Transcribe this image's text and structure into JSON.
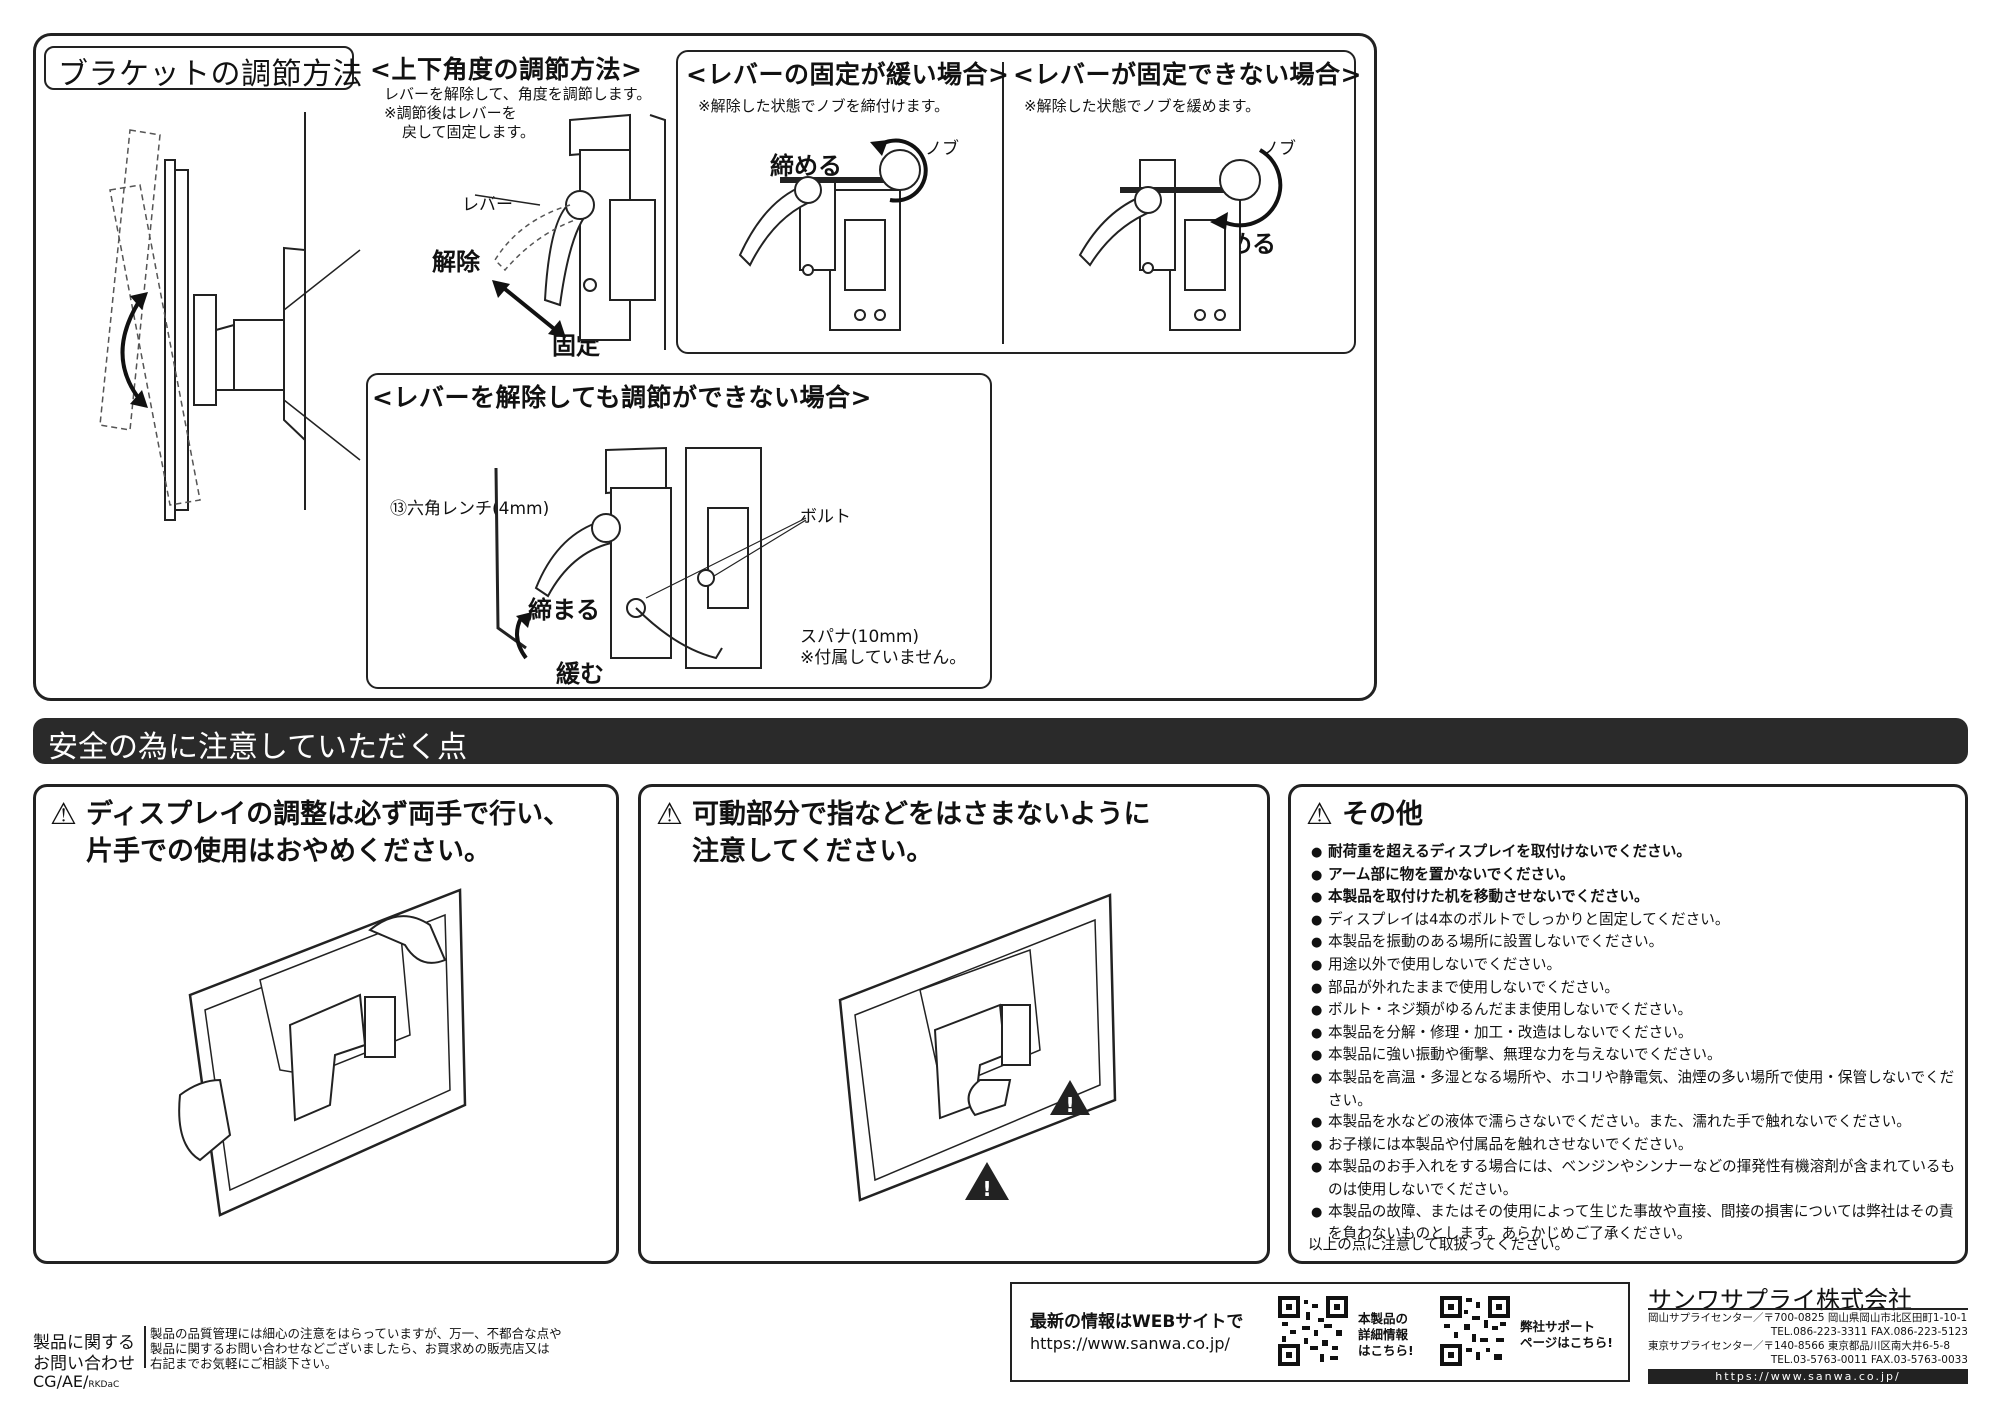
{
  "bracket": {
    "title": "ブラケットの調節方法",
    "tilt": {
      "heading": "<上下角度の調節方法>",
      "desc1": "レバーを解除して、角度を調節します。",
      "desc2": "※調節後はレバーを",
      "desc3": "戻して固定します。",
      "lever": "レバー",
      "release": "解除",
      "fix": "固定"
    },
    "loose": {
      "heading": "<レバーの固定が緩い場合>",
      "note": "※解除した状態でノブを締付けます。",
      "tighten": "締める",
      "knob": "ノブ"
    },
    "cannot_fix": {
      "heading": "<レバーが固定できない場合>",
      "note": "※解除した状態でノブを緩めます。",
      "loosen": "緩める",
      "knob": "ノブ"
    },
    "cannot_adjust": {
      "heading": "<レバーを解除しても調節ができない場合>",
      "wrench": "⑬六角レンチ(4mm)",
      "bolt": "ボルト",
      "tightens": "締まる",
      "loosens": "緩む",
      "spanner": "スパナ(10mm)",
      "not_included": "※付属していません。"
    }
  },
  "safety": {
    "banner": "安全の為に注意していただく点",
    "box1": {
      "line1": "ディスプレイの調整は必ず両手で行い、",
      "line2": "片手での使用はおやめください。"
    },
    "box2": {
      "line1": "可動部分で指などをはさまないように",
      "line2": "注意してください。"
    },
    "box3": {
      "title": "その他",
      "items": [
        {
          "text": "耐荷重を超えるディスプレイを取付けないでください。",
          "bold": true
        },
        {
          "text": "アーム部に物を置かないでください。",
          "bold": true
        },
        {
          "text": "本製品を取付けた机を移動させないでください。",
          "bold": true
        },
        {
          "text": "ディスプレイは4本のボルトでしっかりと固定してください。",
          "bold": false
        },
        {
          "text": "本製品を振動のある場所に設置しないでください。",
          "bold": false
        },
        {
          "text": "用途以外で使用しないでください。",
          "bold": false
        },
        {
          "text": "部品が外れたままで使用しないでください。",
          "bold": false
        },
        {
          "text": "ボルト・ネジ類がゆるんだまま使用しないでください。",
          "bold": false
        },
        {
          "text": "本製品を分解・修理・加工・改造はしないでください。",
          "bold": false
        },
        {
          "text": "本製品に強い振動や衝撃、無理な力を与えないでください。",
          "bold": false
        },
        {
          "text": "本製品を高温・多湿となる場所や、ホコリや静電気、油煙の多い場所で使用・保管しないでください。",
          "bold": false
        },
        {
          "text": "本製品を水などの液体で濡らさないでください。また、濡れた手で触れないでください。",
          "bold": false
        },
        {
          "text": "お子様には本製品や付属品を触れさせないでください。",
          "bold": false
        },
        {
          "text": "本製品のお手入れをする場合には、ベンジンやシンナーなどの揮発性有機溶剤が含まれているものは使用しないでください。",
          "bold": false
        },
        {
          "text": "本製品の故障、またはその使用によって生じた事故や直接、間接の損害については弊社はその責を負わないものとします。あらかじめご了承ください。",
          "bold": false
        }
      ],
      "closing": "以上の点に注意して取扱ってください。"
    }
  },
  "footer": {
    "inquiry1": "製品に関する",
    "inquiry2": "お問い合わせ",
    "notice1": "製品の品質管理には細心の注意をはらっていますが、万一、不都合な点や",
    "notice2": "製品に関するお問い合わせなどございましたら、お買求めの販売店又は",
    "notice3": "右記までお気軽にご相談下さい。",
    "code": "CG/AE/",
    "code_small": "RKDaC",
    "web_line1": "最新の情報はWEBサイトで",
    "web_line2": "https://www.sanwa.co.jp/",
    "qr1_line1": "本製品の",
    "qr1_line2": "詳細情報",
    "qr1_line3": "はこちら!",
    "qr2_line1": "弊社サポート",
    "qr2_line2": "ページはこちら!",
    "company": "サンワサプライ株式会社",
    "okayama_label": "岡山サプライセンター／",
    "okayama_addr": "〒700-0825 岡山県岡山市北区田町1-10-1",
    "okayama_tel": "TEL.086-223-3311 FAX.086-223-5123",
    "tokyo_label": "東京サプライセンター／",
    "tokyo_addr": "〒140-8566 東京都品川区南大井6-5-8",
    "tokyo_tel": "TEL.03-5763-0011 FAX.03-5763-0033",
    "url": "https://www.sanwa.co.jp/"
  }
}
